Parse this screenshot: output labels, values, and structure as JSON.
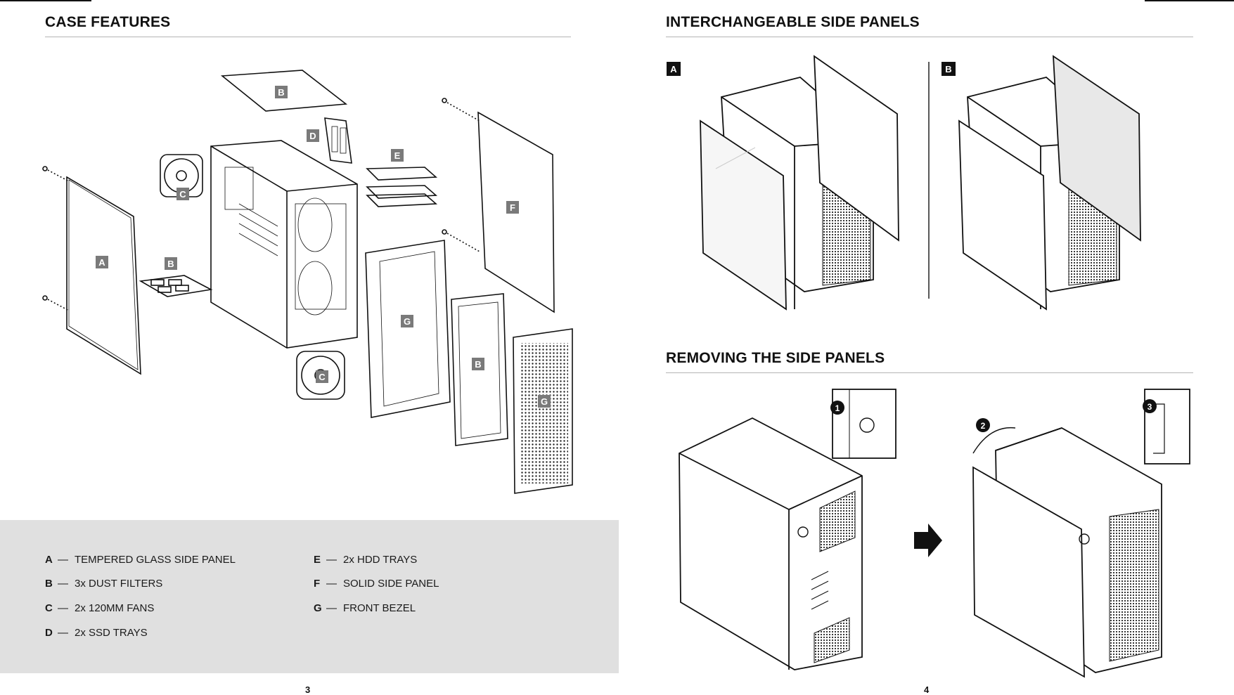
{
  "left_page": {
    "heading": "CASE FEATURES",
    "labels": {
      "A": "A",
      "B": "B",
      "C": "C",
      "D": "D",
      "E": "E",
      "F": "F",
      "G": "G"
    },
    "legend": [
      {
        "letter": "A",
        "text": "TEMPERED GLASS SIDE PANEL"
      },
      {
        "letter": "B",
        "text": "3x DUST FILTERS"
      },
      {
        "letter": "C",
        "text": "2x 120MM FANS"
      },
      {
        "letter": "D",
        "text": "2x SSD TRAYS"
      },
      {
        "letter": "E",
        "text": "2x HDD TRAYS"
      },
      {
        "letter": "F",
        "text": "SOLID SIDE PANEL"
      },
      {
        "letter": "G",
        "text": "FRONT BEZEL"
      }
    ],
    "dash": "—",
    "page_number": "3"
  },
  "right_page": {
    "heading_panels": "INTERCHANGEABLE SIDE PANELS",
    "variant_a": "A",
    "variant_b": "B",
    "heading_removing": "REMOVING THE SIDE PANELS",
    "steps": [
      "1",
      "2",
      "3"
    ],
    "page_number": "4"
  },
  "colors": {
    "label_bg": "#7a7a7a",
    "legend_bg": "#e0e0e0",
    "rule": "#b5b5b5"
  }
}
